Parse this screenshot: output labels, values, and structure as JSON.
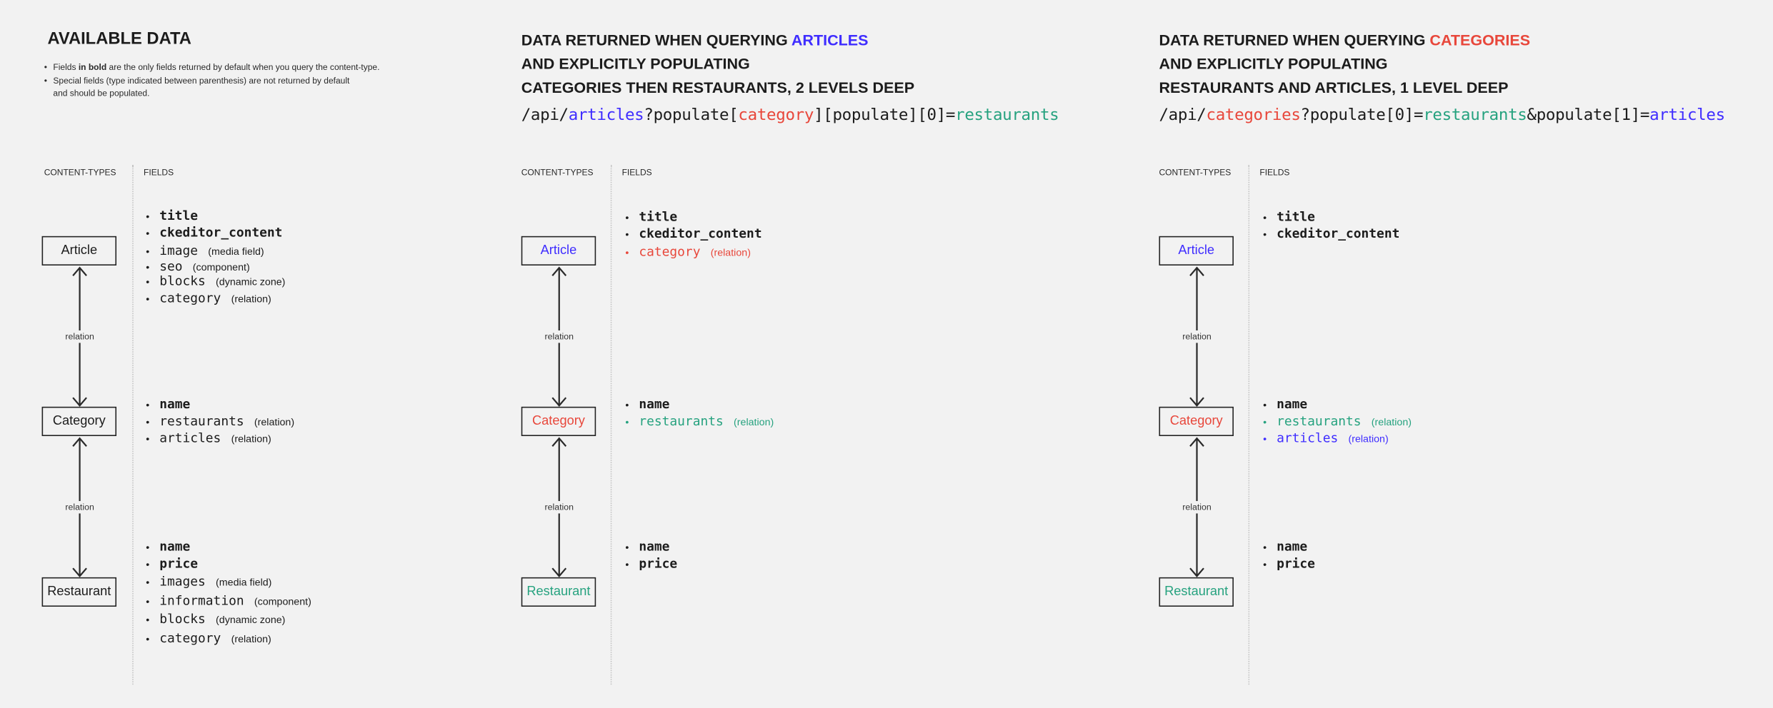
{
  "colors": {
    "text": "#1c1c1c",
    "blue": "#3f2dff",
    "red": "#e8473b",
    "green": "#26a27f",
    "background": "#f2f2f2"
  },
  "panels": [
    {
      "title_lines": [
        [
          {
            "text": "AVAILABLE DATA",
            "color": "text"
          }
        ]
      ],
      "notes": [
        {
          "parts": [
            {
              "text": "Fields ",
              "bold": false
            },
            {
              "text": "in bold",
              "bold": true
            },
            {
              "text": " are the only fields returned by default when you query the content-type.",
              "bold": false
            }
          ]
        },
        {
          "parts": [
            {
              "text": "Special fields (type indicated between parenthesis) are not returned by default",
              "bold": false
            }
          ]
        },
        {
          "parts": [
            {
              "text": "and should be populated.",
              "bold": false
            }
          ],
          "continuation": true
        }
      ],
      "url": [],
      "col_content_types": "CONTENT-TYPES",
      "col_fields": "FIELDS",
      "relation_label": "relation",
      "content_types": [
        {
          "name": "Article",
          "color": "text",
          "fields": [
            {
              "name": "title",
              "bold": true,
              "type": "",
              "color": "text"
            },
            {
              "name": "ckeditor_content",
              "bold": true,
              "type": "",
              "color": "text"
            },
            {
              "name": "image",
              "bold": false,
              "type": "(media field)",
              "color": "text"
            },
            {
              "name": "seo",
              "bold": false,
              "type": "(component)",
              "color": "text"
            },
            {
              "name": "blocks",
              "bold": false,
              "type": "(dynamic zone)",
              "color": "text"
            },
            {
              "name": "category",
              "bold": false,
              "type": "(relation)",
              "color": "text"
            }
          ]
        },
        {
          "name": "Category",
          "color": "text",
          "fields": [
            {
              "name": "name",
              "bold": true,
              "type": "",
              "color": "text"
            },
            {
              "name": "restaurants",
              "bold": false,
              "type": "(relation)",
              "color": "text"
            },
            {
              "name": "articles",
              "bold": false,
              "type": "(relation)",
              "color": "text"
            }
          ]
        },
        {
          "name": "Restaurant",
          "color": "text",
          "fields": [
            {
              "name": "name",
              "bold": true,
              "type": "",
              "color": "text"
            },
            {
              "name": "price",
              "bold": true,
              "type": "",
              "color": "text"
            },
            {
              "name": "images",
              "bold": false,
              "type": "(media field)",
              "color": "text"
            },
            {
              "name": "information",
              "bold": false,
              "type": "(component)",
              "color": "text"
            },
            {
              "name": "blocks",
              "bold": false,
              "type": "(dynamic zone)",
              "color": "text"
            },
            {
              "name": "category",
              "bold": false,
              "type": "(relation)",
              "color": "text"
            }
          ]
        }
      ]
    },
    {
      "title_lines": [
        [
          {
            "text": "DATA RETURNED WHEN QUERYING ",
            "color": "text"
          },
          {
            "text": "ARTICLES",
            "color": "blue"
          }
        ],
        [
          {
            "text": "AND EXPLICITLY POPULATING",
            "color": "text"
          }
        ],
        [
          {
            "text": "CATEGORIES THEN RESTAURANTS, 2 LEVELS DEEP",
            "color": "text"
          }
        ]
      ],
      "notes": [],
      "url": [
        {
          "text": "/api/",
          "color": "text"
        },
        {
          "text": "articles",
          "color": "blue"
        },
        {
          "text": "?populate[",
          "color": "text"
        },
        {
          "text": "category",
          "color": "red"
        },
        {
          "text": "][populate][0]=",
          "color": "text"
        },
        {
          "text": "restaurants",
          "color": "green"
        }
      ],
      "col_content_types": "CONTENT-TYPES",
      "col_fields": "FIELDS",
      "relation_label": "relation",
      "content_types": [
        {
          "name": "Article",
          "color": "blue",
          "fields": [
            {
              "name": "title",
              "bold": true,
              "type": "",
              "color": "text"
            },
            {
              "name": "ckeditor_content",
              "bold": true,
              "type": "",
              "color": "text"
            },
            {
              "name": "category",
              "bold": false,
              "type": "(relation)",
              "color": "red"
            }
          ]
        },
        {
          "name": "Category",
          "color": "red",
          "fields": [
            {
              "name": "name",
              "bold": true,
              "type": "",
              "color": "text"
            },
            {
              "name": "restaurants",
              "bold": false,
              "type": "(relation)",
              "color": "green"
            }
          ]
        },
        {
          "name": "Restaurant",
          "color": "green",
          "fields": [
            {
              "name": "name",
              "bold": true,
              "type": "",
              "color": "text"
            },
            {
              "name": "price",
              "bold": true,
              "type": "",
              "color": "text"
            }
          ]
        }
      ]
    },
    {
      "title_lines": [
        [
          {
            "text": "DATA RETURNED WHEN QUERYING ",
            "color": "text"
          },
          {
            "text": "CATEGORIES",
            "color": "red"
          }
        ],
        [
          {
            "text": "AND EXPLICITLY POPULATING",
            "color": "text"
          }
        ],
        [
          {
            "text": "RESTAURANTS AND ARTICLES, 1 LEVEL DEEP",
            "color": "text"
          }
        ]
      ],
      "notes": [],
      "url": [
        {
          "text": "/api/",
          "color": "text"
        },
        {
          "text": "categories",
          "color": "red"
        },
        {
          "text": "?populate[0]=",
          "color": "text"
        },
        {
          "text": "restaurants",
          "color": "green"
        },
        {
          "text": "&populate[1]=",
          "color": "text"
        },
        {
          "text": "articles",
          "color": "blue"
        }
      ],
      "col_content_types": "CONTENT-TYPES",
      "col_fields": "FIELDS",
      "relation_label": "relation",
      "content_types": [
        {
          "name": "Article",
          "color": "blue",
          "fields": [
            {
              "name": "title",
              "bold": true,
              "type": "",
              "color": "text"
            },
            {
              "name": "ckeditor_content",
              "bold": true,
              "type": "",
              "color": "text"
            }
          ]
        },
        {
          "name": "Category",
          "color": "red",
          "fields": [
            {
              "name": "name",
              "bold": true,
              "type": "",
              "color": "text"
            },
            {
              "name": "restaurants",
              "bold": false,
              "type": "(relation)",
              "color": "green"
            },
            {
              "name": "articles",
              "bold": false,
              "type": "(relation)",
              "color": "blue"
            }
          ]
        },
        {
          "name": "Restaurant",
          "color": "green",
          "fields": [
            {
              "name": "name",
              "bold": true,
              "type": "",
              "color": "text"
            },
            {
              "name": "price",
              "bold": true,
              "type": "",
              "color": "text"
            }
          ]
        }
      ]
    }
  ]
}
